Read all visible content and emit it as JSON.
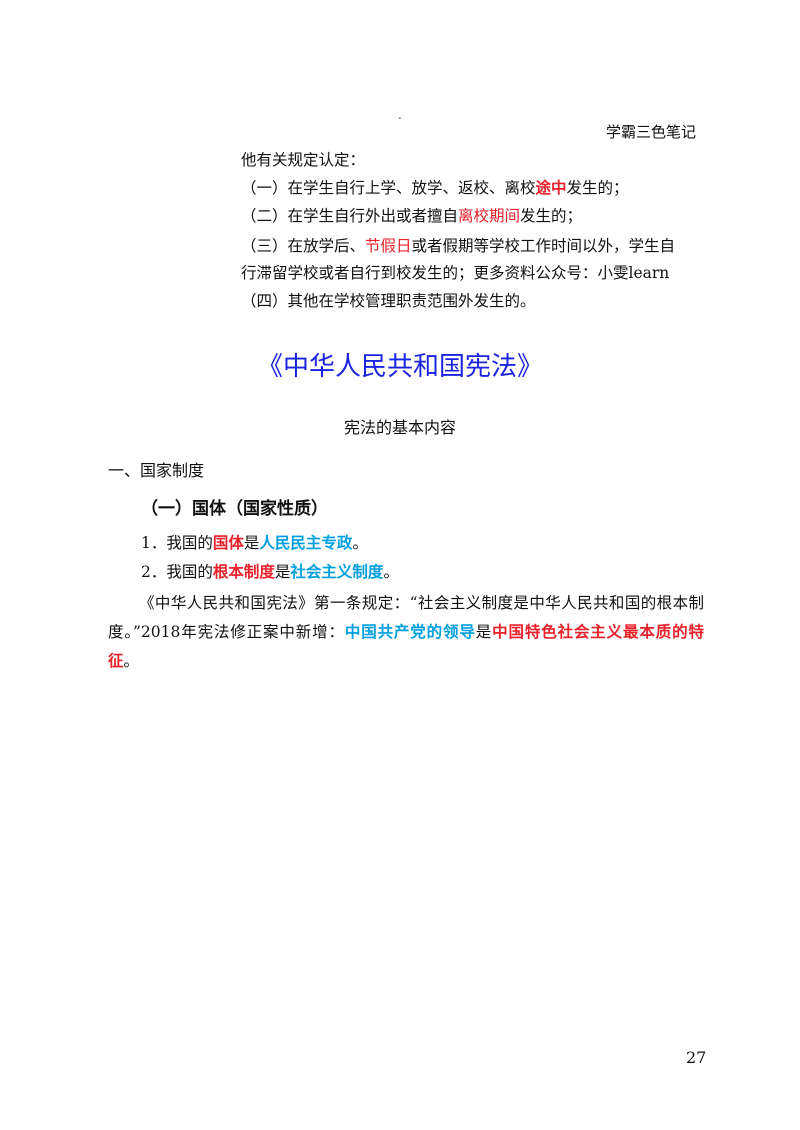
{
  "header": {
    "dot": ".",
    "brand": "学霸三色笔记"
  },
  "top_block": {
    "line1": "他有关规定认定：",
    "line2_a": "（一）在学生自行上学、放学、返校、离校",
    "line2_red": "途中",
    "line2_b": "发生的；",
    "line3_a": "（二）在学生自行外出或者擅自",
    "line3_red": "离校期间",
    "line3_b": "发生的；",
    "line4_a": "（三）在放学后、",
    "line4_red": "节假日",
    "line4_b": "或者假期等学校工作时间以外，学生自",
    "line5": "行滞留学校或者自行到校发生的；更多资料公众号：小雯learn",
    "line6": "（四）其他在学校管理职责范围外发生的。"
  },
  "title": "《中华人民共和国宪法》",
  "subtitle": "宪法的基本内容",
  "section": "一、国家制度",
  "subsection": "（一）国体（国家性质）",
  "items": [
    {
      "num": "1．",
      "a": "我国的",
      "red": "国体",
      "b": "是",
      "blue": "人民民主专政",
      "c": "。"
    },
    {
      "num": "2．",
      "a": "我国的",
      "red": "根本制度",
      "b": "是",
      "blue": "社会主义制度",
      "c": "。"
    }
  ],
  "paragraph": {
    "text": "《中华人民共和国宪法》第一条规定：“社会主义制度是中华人民共和国的根本制度。”2018年宪法修正案中新增：",
    "blue": "中国共产党的领导",
    "mid": "是",
    "red": "中国特色社会主义最本质的特征",
    "end": "。"
  },
  "page_number": "27",
  "colors": {
    "red": "#e8212b",
    "blue": "#00a0e0",
    "title_blue": "#1a24e0"
  }
}
